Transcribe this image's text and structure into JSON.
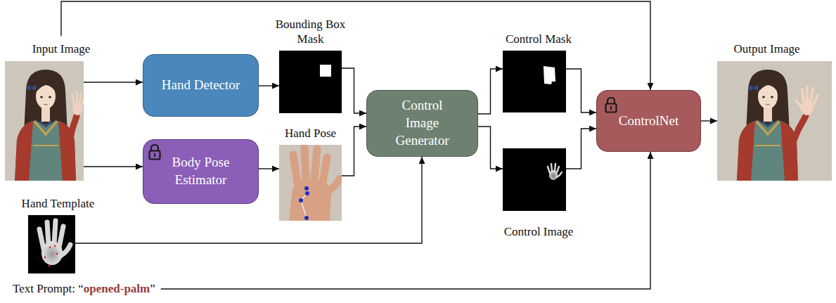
{
  "diagram": {
    "nodes": [
      {
        "text": [
          "Input Image"
        ]
      },
      {
        "text": [
          "Hand Detector"
        ]
      },
      {
        "text": [
          "Bounding Box Mask"
        ]
      },
      {
        "text": [
          "Body Pose Estimator"
        ]
      },
      {
        "text": [
          "Hand Pose"
        ]
      },
      {
        "text": [
          "Hand Template"
        ]
      },
      {
        "text": [
          "Control Image Generator"
        ]
      },
      {
        "text": [
          "Control Mask"
        ]
      },
      {
        "text": [
          "Control Image"
        ]
      },
      {
        "text": [
          "ControlNet"
        ]
      },
      {
        "text": [
          "Output Image"
        ]
      },
      {
        "text": [
          "Text Prompt: “",
          "opened-palm",
          "”"
        ]
      }
    ],
    "edges": [
      {
        "from": 0,
        "to": 1,
        "arrow": "to"
      },
      {
        "from": 0,
        "to": 3,
        "arrow": "to"
      },
      {
        "from": 1,
        "to": 2,
        "arrow": "to"
      },
      {
        "from": 3,
        "to": 4,
        "arrow": "to"
      },
      {
        "from": 2,
        "to": 6,
        "arrow": "to"
      },
      {
        "from": 4,
        "to": 6,
        "arrow": "to"
      },
      {
        "from": 5,
        "to": 6,
        "arrow": "to"
      },
      {
        "from": 6,
        "to": 7,
        "arrow": "to"
      },
      {
        "from": 6,
        "to": 8,
        "arrow": "to"
      },
      {
        "from": 7,
        "to": 9,
        "arrow": "to"
      },
      {
        "from": 8,
        "to": 9,
        "arrow": "to"
      },
      {
        "from": 0,
        "to": 9,
        "arrow": "to"
      },
      {
        "from": 11,
        "to": 9,
        "arrow": "to"
      },
      {
        "from": 9,
        "to": 10,
        "arrow": "to"
      }
    ]
  }
}
